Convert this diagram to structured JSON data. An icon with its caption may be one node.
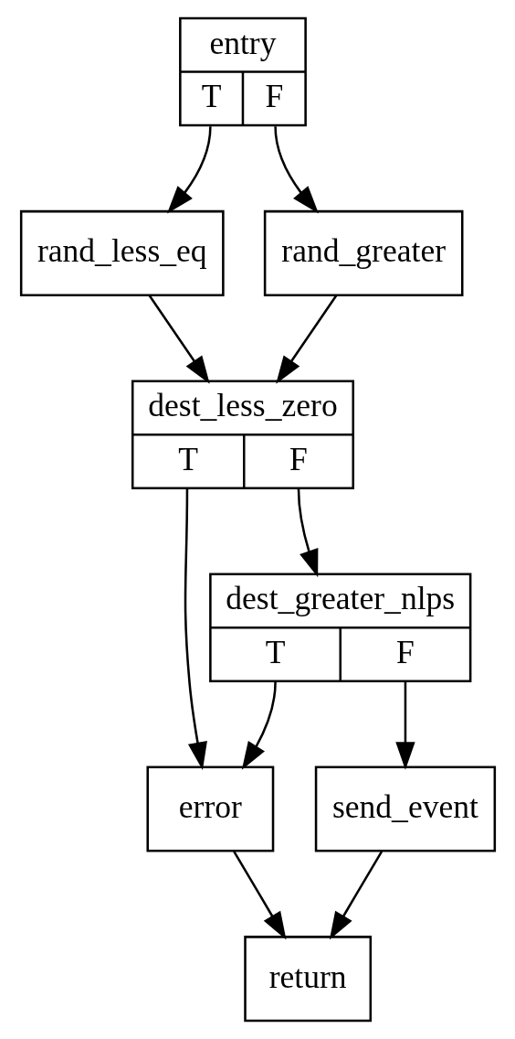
{
  "diagram": {
    "nodes": [
      {
        "text": [
          "entry",
          "T",
          "F"
        ]
      },
      {
        "text": [
          "rand_less_eq"
        ]
      },
      {
        "text": [
          "rand_greater"
        ]
      },
      {
        "text": [
          "dest_less_zero",
          "T",
          "F"
        ]
      },
      {
        "text": [
          "dest_greater_nlps",
          "T",
          "F"
        ]
      },
      {
        "text": [
          "error"
        ]
      },
      {
        "text": [
          "send_event"
        ]
      },
      {
        "text": [
          "return"
        ]
      }
    ],
    "edges": [
      {
        "from": 0,
        "to": 1,
        "arrow": "to"
      },
      {
        "from": 0,
        "to": 2,
        "arrow": "to"
      },
      {
        "from": 1,
        "to": 3,
        "arrow": "to"
      },
      {
        "from": 2,
        "to": 3,
        "arrow": "to"
      },
      {
        "from": 3,
        "to": 5,
        "arrow": "to"
      },
      {
        "from": 3,
        "to": 4,
        "arrow": "to"
      },
      {
        "from": 4,
        "to": 5,
        "arrow": "to"
      },
      {
        "from": 4,
        "to": 6,
        "arrow": "to"
      },
      {
        "from": 5,
        "to": 7,
        "arrow": "to"
      },
      {
        "from": 6,
        "to": 7,
        "arrow": "to"
      }
    ]
  }
}
